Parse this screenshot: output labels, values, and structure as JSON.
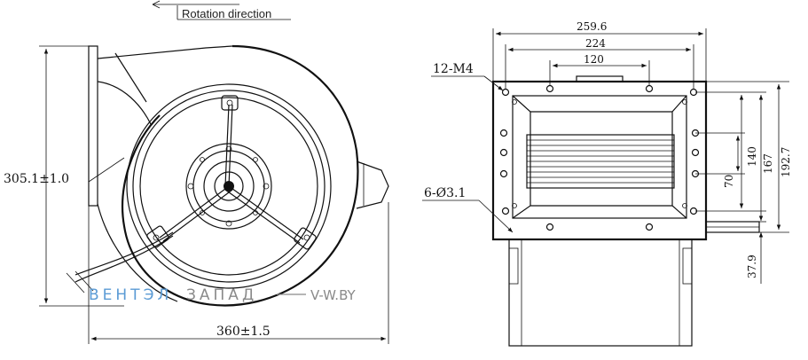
{
  "rotation": {
    "label": "Rotation direction"
  },
  "left_view": {
    "height_dim": "305.1±1.0",
    "width_dim": "360±1.5"
  },
  "right_view": {
    "overall_width_dim": "259.6",
    "hole_span_dim": "224",
    "inner_span_dim": "120",
    "thread_label": "12-M4",
    "hole_label": "6-Ø3.1",
    "dim_70": "70",
    "dim_140": "140",
    "dim_167": "167",
    "dim_192_7": "192.7",
    "dim_37_9": "37.9"
  },
  "watermark": {
    "part1": "ВЕНТЭЛ",
    "part2": "ЗАПАД",
    "site": "V-W.BY",
    "color1": "#5b9bd5",
    "color2": "#8a8a8a"
  }
}
